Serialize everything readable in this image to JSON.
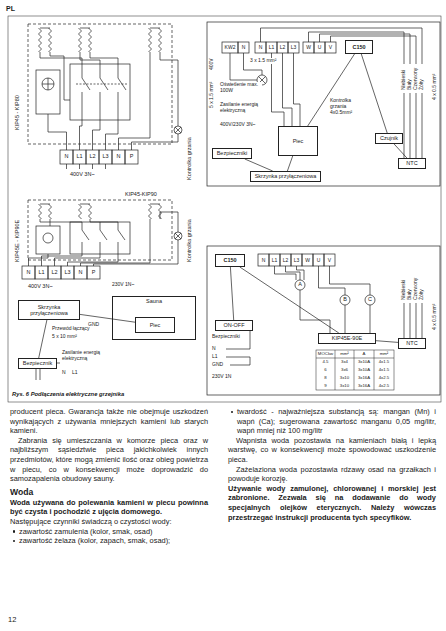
{
  "diagram": {
    "caption": "Rys. 6 Podłączenia elektryczne grzejnika",
    "nodes": [
      {
        "text": [
          "C150"
        ]
      },
      {
        "text": [
          "Piec"
        ]
      },
      {
        "text": [
          "Bezpieczniki"
        ]
      },
      {
        "text": [
          "Skrzynka przyłączeniowa"
        ]
      },
      {
        "text": [
          "Czujnik"
        ]
      },
      {
        "text": [
          "NTC"
        ]
      },
      {
        "text": [
          "Skrzynka przyłączeniowa"
        ]
      },
      {
        "text": [
          "Sauna"
        ]
      },
      {
        "text": [
          "Piec"
        ],
        "in": 7
      },
      {
        "text": [
          "Bezpiecznik"
        ]
      },
      {
        "text": [
          "C150"
        ]
      },
      {
        "text": [
          "ON-OFF"
        ]
      },
      {
        "text": [
          "KIP45E-90E"
        ]
      },
      {
        "text": [
          "NTC"
        ]
      }
    ],
    "edges": [
      {
        "from": 0,
        "to": 1,
        "arrow": "none"
      },
      {
        "from": 2,
        "to": 3,
        "arrow": "none"
      },
      {
        "from": 3,
        "to": 1,
        "arrow": "none"
      },
      {
        "from": 4,
        "to": 0,
        "arrow": "none"
      },
      {
        "from": 5,
        "to": 4,
        "arrow": "none"
      },
      {
        "from": 6,
        "to": 8,
        "arrow": "none"
      },
      {
        "from": 9,
        "to": 6,
        "arrow": "none"
      },
      {
        "from": 11,
        "to": 10,
        "arrow": "none"
      },
      {
        "from": 10,
        "to": 12,
        "arrow": "none"
      },
      {
        "from": 13,
        "to": 12,
        "arrow": "none"
      }
    ],
    "labels": [
      "PL",
      "KIP45 - KIP80",
      "Kontrolka grzania",
      "N",
      "L1",
      "L2",
      "L3",
      "N",
      "P",
      "400V 3N~",
      "KW2",
      "N",
      "N",
      "L1",
      "L2",
      "L3",
      "W",
      "U",
      "V",
      "5 x 1.5 mm²",
      "400V",
      "3 x 1.5 mm²",
      "Oświetlenie max. 100W",
      "Zasilanie energią elektryczną",
      "400V/230V 3N~",
      "Kontrolka grzania 4x0.5mm²",
      "Niebieski",
      "Biały",
      "Czerwony",
      "Żółty",
      "4 x 0.5 mm²",
      "KIP45-KIP90",
      "KIP45E - KIP90E",
      "Kontrolka grzania",
      "230V 1N~",
      "N",
      "L1",
      "L2",
      "L3",
      "N",
      "P",
      "400V 3N~",
      "GND",
      "Przewód łączący",
      "5 x 10 mm²",
      "Zasilanie energią elektryczną",
      "N",
      "L1",
      "N",
      "L1",
      "L2",
      "L3",
      "W",
      "U",
      "V",
      "A",
      "B",
      "C",
      "Bezpieczniki",
      "N",
      "L1",
      "GND",
      "230V 1N",
      "MOCkw",
      "mm²",
      "A",
      "mm²",
      "4.5",
      "3x4",
      "3x10A",
      "4x1.5",
      "6",
      "3x6",
      "3x10A",
      "4x1.5",
      "8",
      "3x10",
      "3x16A",
      "4x2.5",
      "9",
      "3x10",
      "3x16A",
      "4x2.5",
      "Niebieski",
      "Biały",
      "Czerwony",
      "Żółty",
      "4 x 0.5 mm²",
      "producent pieca. Gwarancja także nie obejmuje uszkodzeń wynikających z używania mniejszych kamieni lub starych kamieni.",
      "Zabrania się umieszczania w komorze pieca oraz w najbliższym sąsiedztwie pieca jakichkolwiek innych przedmiotów, które mogą zmienić ilość oraz obieg powietrza w piecu, co w konsekwencji może doprowadzić do samozapalenia obudowy sauny.",
      "Woda",
      "Woda używana do polewania kamieni w piecu powinna być czysta i pochodzić z ujęcia domowego.",
      "Następujące czynniki świadczą o czystości wody:",
      "zawartość zamulenia (kolor, smak, osad)",
      "zawartość żelaza (kolor, zapach, smak, osad);",
      "twardość - najważniejsza substancją są: mangan (Mn) i wapń (Ca); sugerowana zawartość manganu 0,05 mg/litr, wapń mniej niż 100 mg/litr",
      "Wapnista woda pozostawia na kamieniach białą i lepką warstwę, co w konsekwencji może spowodować uszkodzenie pieca.",
      "Zażelaziona woda pozostawia rdzawy osad na grzałkach i powoduje korozję.",
      "Używanie wody zamulonej, chlorowanej i morskiej jest zabronione. Zezwala się na dodawanie do wody specjalnych olejków eterycznych. Należy wówczas przestrzegać instrukcji producenta tych specyfików.",
      "12"
    ]
  }
}
